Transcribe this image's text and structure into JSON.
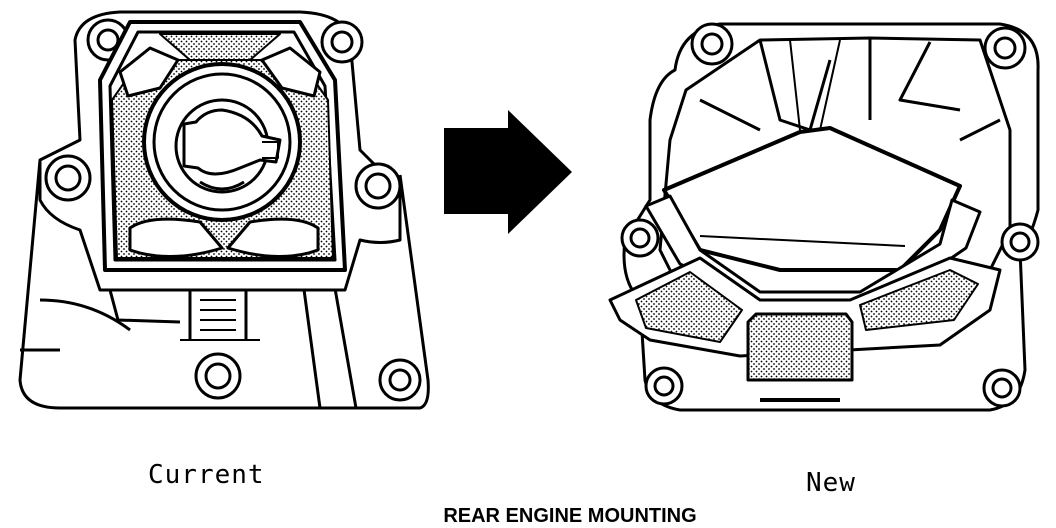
{
  "labels": {
    "current": "Current",
    "new": "New",
    "caption": "REAR ENGINE MOUNTING"
  },
  "colors": {
    "ink": "#000000",
    "paper": "#ffffff"
  }
}
